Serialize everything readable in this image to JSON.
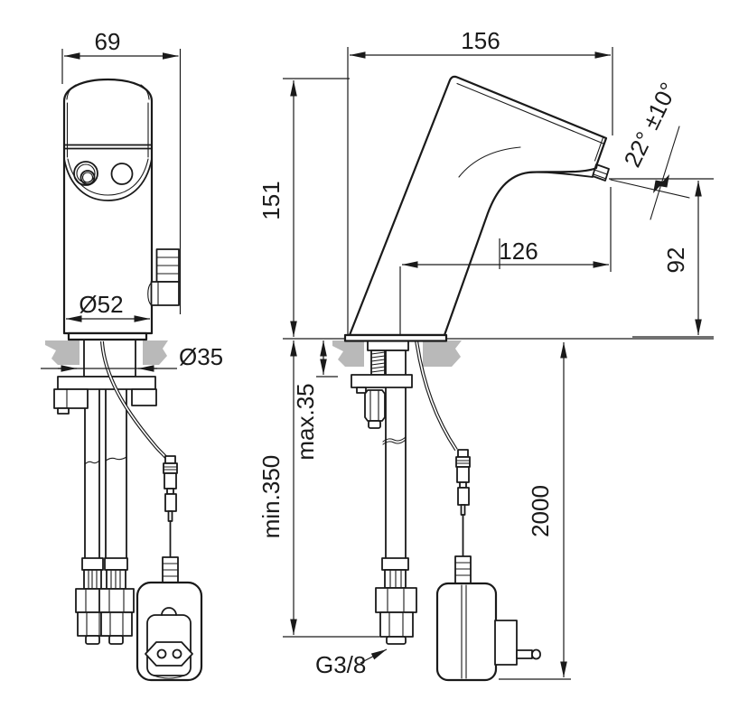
{
  "drawing": {
    "front_view": {
      "width_top": "69",
      "base_diameter": "Ø52",
      "hole_diameter": "Ø35"
    },
    "side_view": {
      "length": "156",
      "height_above_deck": "151",
      "spout_reach": "126",
      "outlet_height": "92",
      "outlet_angle": "22° ±10°",
      "deck_thickness_max": "max.35",
      "clearance_min": "min.350",
      "cable_length": "2000",
      "connection_thread": "G3/8"
    },
    "colors": {
      "line": "#1a1a1a",
      "counter_gray": "#b9b9b9",
      "background": "#ffffff"
    }
  }
}
